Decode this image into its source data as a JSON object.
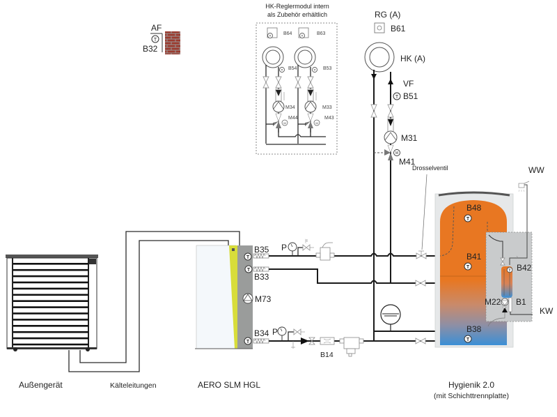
{
  "diagram": {
    "outdoor_sensor": {
      "label": "AF",
      "sensor_id": "B32"
    },
    "hk_module": {
      "caption_line1": "HK-Reglermodul intern",
      "caption_line2": "als Zubehör erhältlich",
      "room_sensors": [
        "B64",
        "B63"
      ],
      "flow_sensors": [
        "B54",
        "B53"
      ],
      "pumps": [
        "M34",
        "M33"
      ],
      "mixers": [
        "M44",
        "M43"
      ]
    },
    "heating_circuit": {
      "room_unit_label": "RG (A)",
      "room_unit_id": "B61",
      "circuit_label": "HK (A)",
      "flow_label": "VF",
      "flow_sensor": "B51",
      "pump": "M31",
      "mixer": "M41"
    },
    "heat_pump_unit": {
      "sensors": [
        "B35",
        "B33",
        "B34"
      ],
      "pump": "M73",
      "flow_meter": "B14",
      "pressure_label": "P"
    },
    "throttle_label": "Drosselventil",
    "storage": {
      "sensors": [
        "B48",
        "B41",
        "B38"
      ],
      "fresh_water_sensor": "B42",
      "flow_switch": "B1",
      "circulation_pump": "M22",
      "hot_water_label": "WW",
      "cold_water_label": "KW"
    },
    "captions": {
      "outdoor_unit": "Außengerät",
      "refrigerant_lines": "Kälteleitungen",
      "indoor_unit": "AERO SLM HGL",
      "storage_name": "Hygienik 2.0",
      "storage_sub": "(mit Schichttrennplatte)"
    },
    "colors": {
      "tank_hot": "#e87722",
      "tank_cold": "#3b8fd6",
      "indoor_yellow": "#d8dd3a",
      "indoor_grey": "#9a9c9b",
      "brick": "#9b3a2e"
    },
    "sensor_glyph": "T",
    "motor_glyph": "M"
  }
}
